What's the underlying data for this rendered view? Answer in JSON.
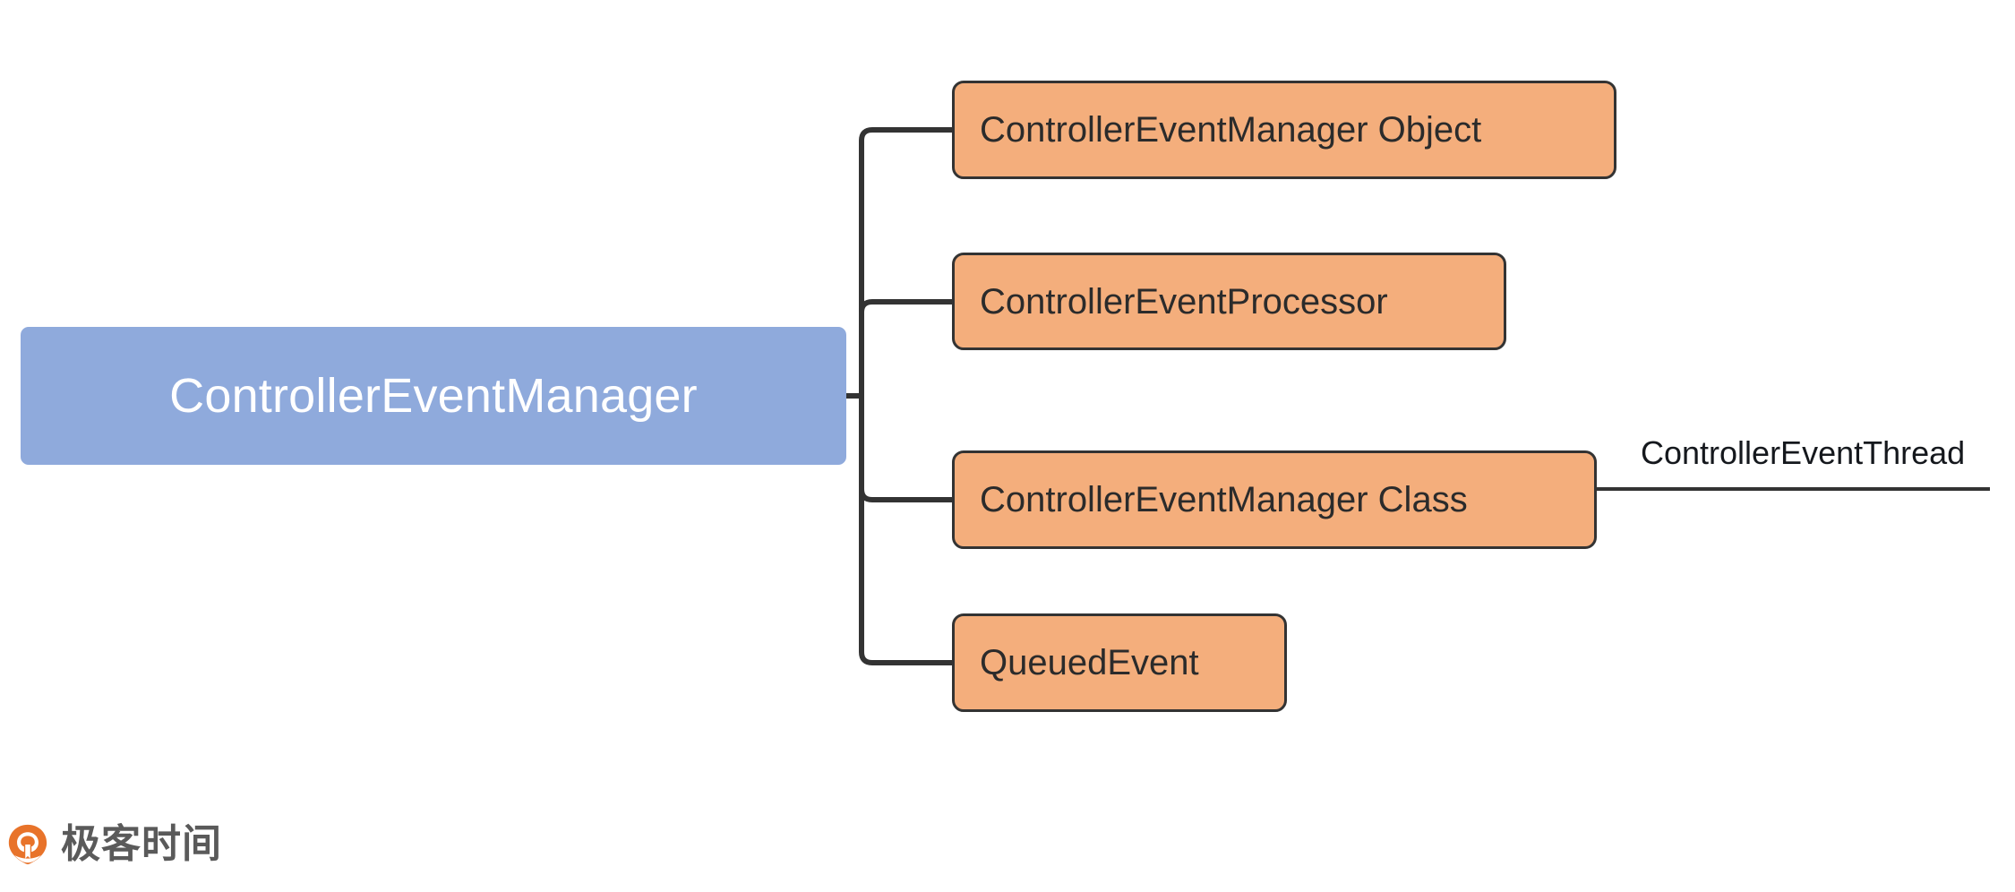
{
  "diagram": {
    "type": "mindmap",
    "root": {
      "label": "ControllerEventManager",
      "color": "#8FAADC",
      "text_color": "#FFFFFF"
    },
    "children": [
      {
        "label": "ControllerEventManager Object",
        "color": "#F4AE7C",
        "border_color": "#333333"
      },
      {
        "label": "ControllerEventProcessor",
        "color": "#F4AE7C",
        "border_color": "#333333"
      },
      {
        "label": "ControllerEventManager Class",
        "color": "#F4AE7C",
        "border_color": "#333333"
      },
      {
        "label": "QueuedEvent",
        "color": "#F4AE7C",
        "border_color": "#333333"
      }
    ],
    "branch_label": "ControllerEventThread",
    "connector_color": "#333333"
  },
  "footer": {
    "logo_text": "极客时间",
    "logo_mark_color": "#E8732A",
    "logo_text_color": "#5A5A5A"
  }
}
